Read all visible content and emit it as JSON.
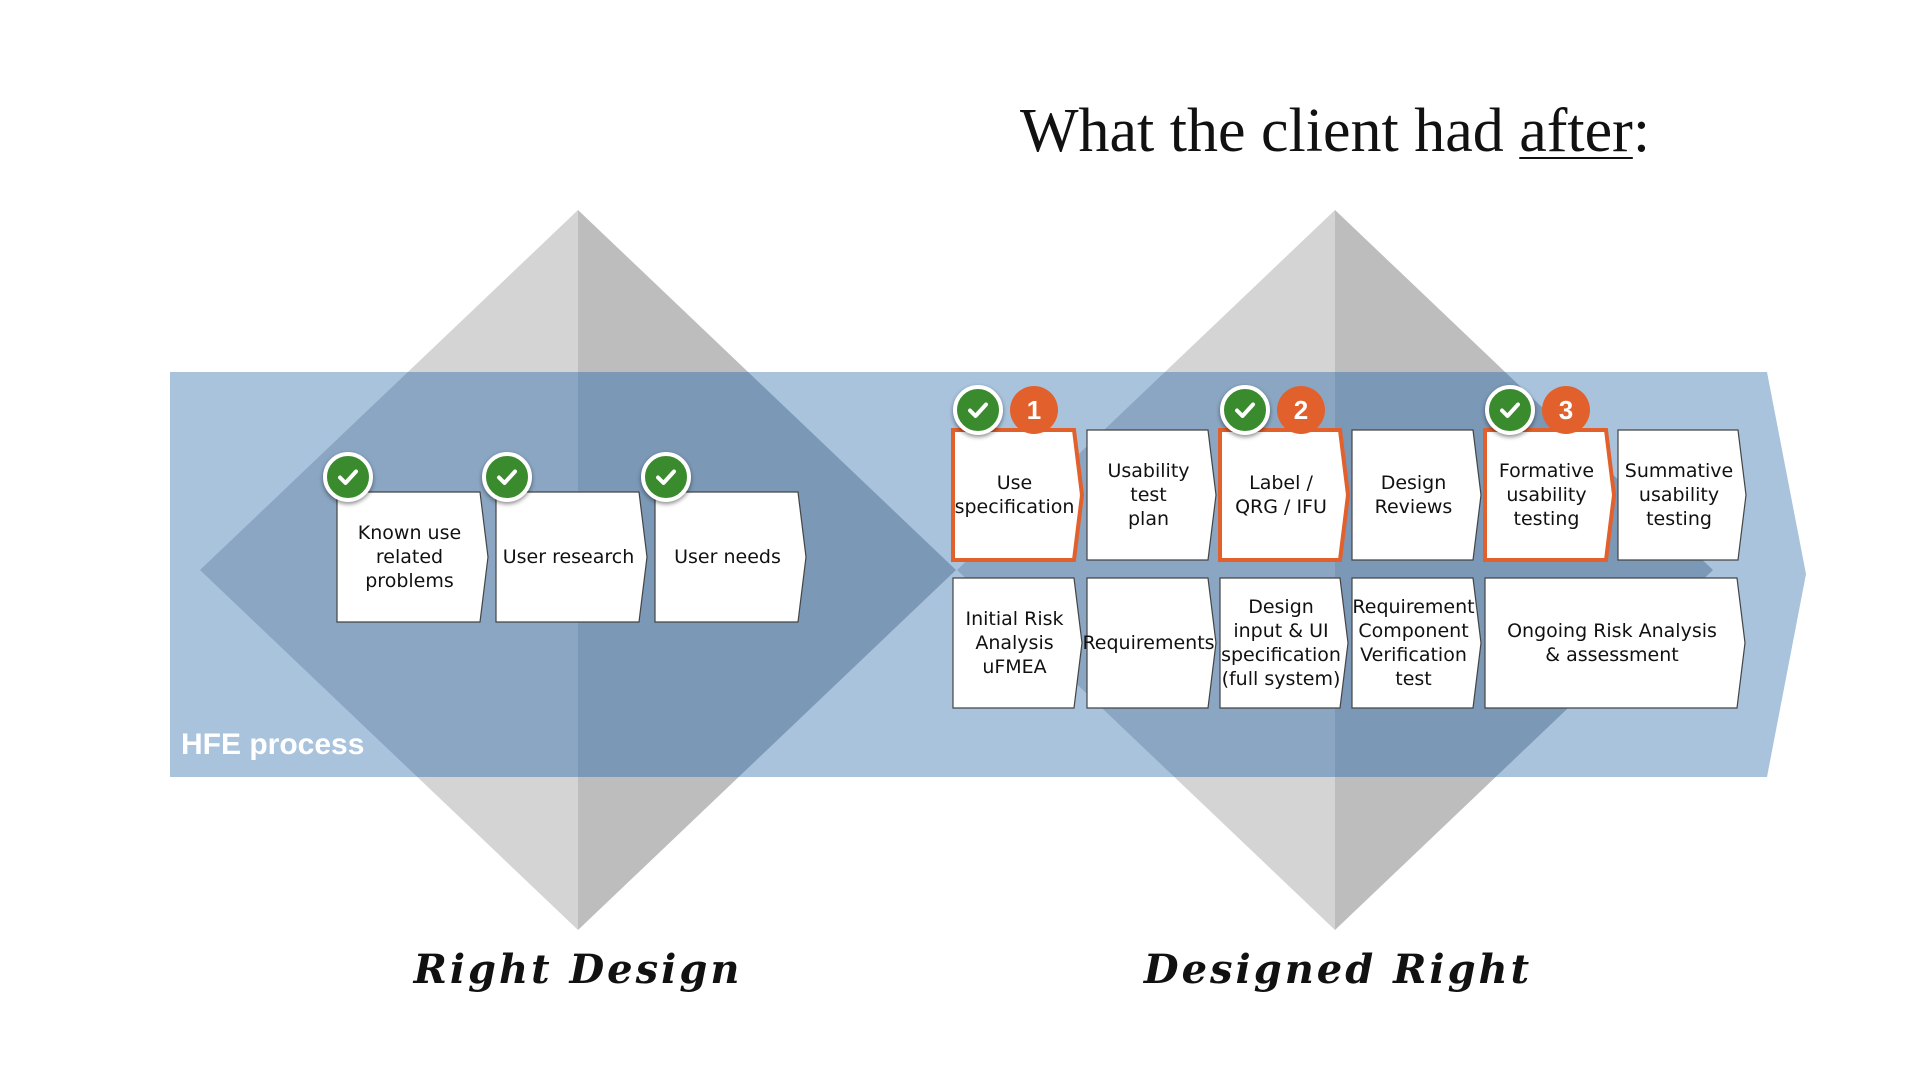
{
  "title": {
    "prefix": "What the client had ",
    "emphasis": "after",
    "suffix": ":"
  },
  "process_label": "HFE process",
  "phases": {
    "left": "Right Design",
    "right": "Designed Right"
  },
  "colors": {
    "band": "#a9c3dd",
    "diamond_light": "#d4d4d4",
    "diamond_dark": "#bdbdbd",
    "overlap_light": "#8aa6c2",
    "overlap_dark": "#7b98b6",
    "highlight": "#e2602c",
    "check": "#3a8a2e"
  },
  "left_steps": [
    {
      "label": "Known use\nrelated\nproblems",
      "checked": true
    },
    {
      "label": "User research",
      "checked": true
    },
    {
      "label": "User needs",
      "checked": true
    }
  ],
  "right_top_steps": [
    {
      "label": "Use\nspecification",
      "checked": true,
      "highlight": true,
      "number": "1"
    },
    {
      "label": "Usability test\nplan",
      "checked": false,
      "highlight": false
    },
    {
      "label": "Label /\nQRG / IFU",
      "checked": true,
      "highlight": true,
      "number": "2"
    },
    {
      "label": "Design\nReviews",
      "checked": false,
      "highlight": false
    },
    {
      "label": "Formative\nusability\ntesting",
      "checked": true,
      "highlight": true,
      "number": "3"
    },
    {
      "label": "Summative\nusability\ntesting",
      "checked": false,
      "highlight": false
    }
  ],
  "right_bottom_steps": [
    {
      "label": "Initial Risk\nAnalysis\nuFMEA"
    },
    {
      "label": "Requirements"
    },
    {
      "label": "Design\ninput & UI\nspecification\n(full system)"
    },
    {
      "label": "Requirement\nComponent\nVerification\ntest"
    },
    {
      "label": "Ongoing Risk Analysis\n& assessment"
    }
  ]
}
